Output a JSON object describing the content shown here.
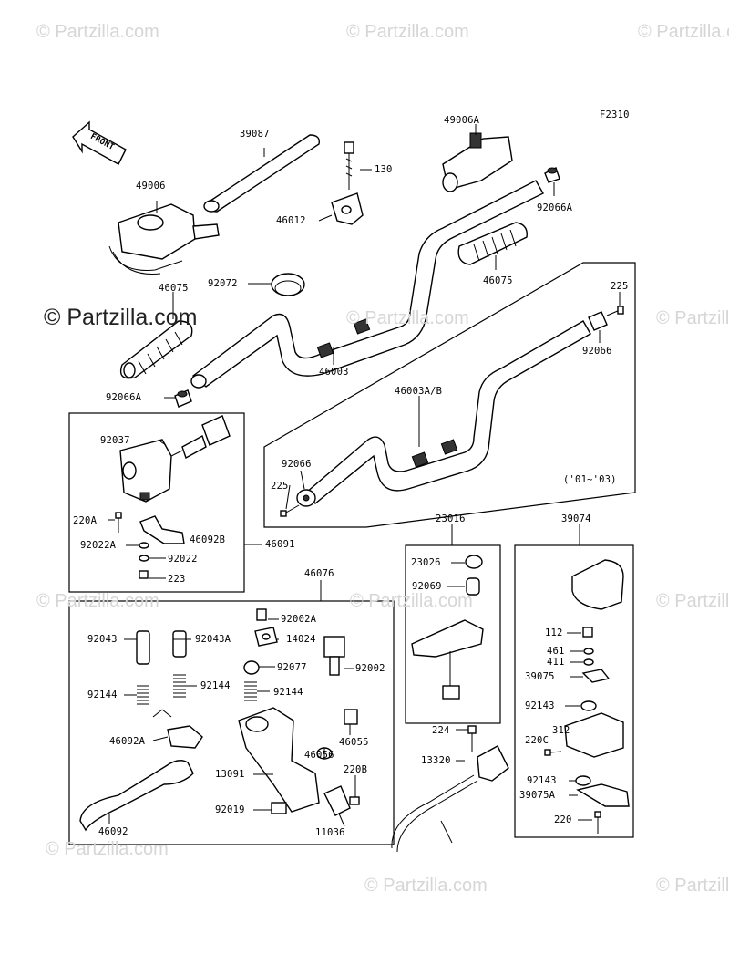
{
  "figure_code": "F2310",
  "watermark": "© Partzilla.com",
  "front_label": "FRONT",
  "year_note": "('01~'03)",
  "labels": {
    "p39087": "39087",
    "p49006": "49006",
    "p49006A": "49006A",
    "p130": "130",
    "p46012": "46012",
    "p92066A_top": "92066A",
    "p92072": "92072",
    "p46075_left": "46075",
    "p46075_right": "46075",
    "p225_top": "225",
    "p92066_right": "92066",
    "p46003": "46003",
    "p92066A_left": "92066A",
    "p46003AB": "46003A/B",
    "p92037": "92037",
    "p92066_mid": "92066",
    "p225_mid": "225",
    "p220A": "220A",
    "p46092B": "46092B",
    "p46091": "46091",
    "p92022A": "92022A",
    "p92022": "92022",
    "p223": "223",
    "p23016": "23016",
    "p39074": "39074",
    "p23026": "23026",
    "p92069": "92069",
    "p46076": "46076",
    "p92002A": "92002A",
    "p92043": "92043",
    "p92043A": "92043A",
    "p14024": "14024",
    "p92077": "92077",
    "p92002": "92002",
    "p92144_a": "92144",
    "p92144_b": "92144",
    "p92144_c": "92144",
    "p46092A": "46092A",
    "p46055": "46055",
    "p46056": "46056",
    "p13091": "13091",
    "p220B": "220B",
    "p92019": "92019",
    "p11036": "11036",
    "p46092": "46092",
    "p112": "112",
    "p461": "461",
    "p411": "411",
    "p39075": "39075",
    "p92143_a": "92143",
    "p312": "312",
    "p220C": "220C",
    "p92143_b": "92143",
    "p39075A": "39075A",
    "p220": "220",
    "p224": "224",
    "p13320": "13320"
  }
}
